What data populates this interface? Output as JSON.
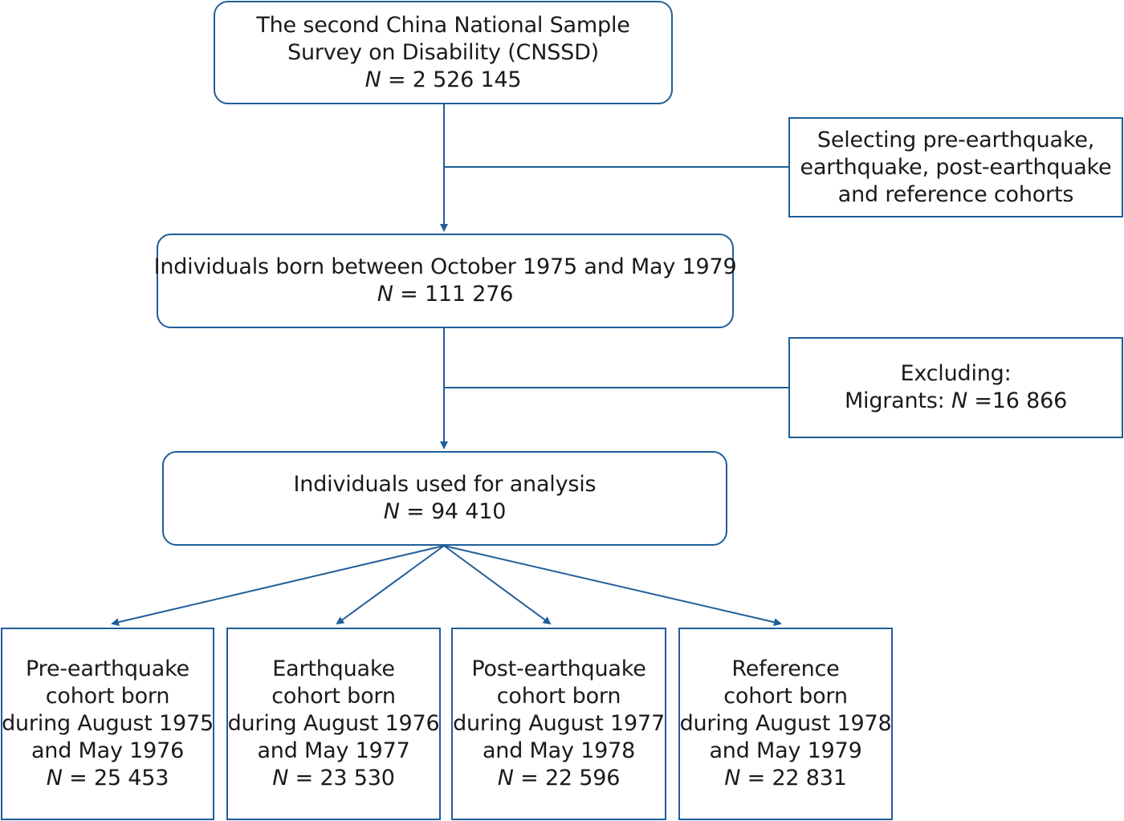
{
  "nodes": {
    "cnssd": {
      "lines": [
        "The second China National Sample",
        "Survey on Disability (CNSSD)"
      ],
      "n_symbol": "N",
      "n_value": " = 2 526 145"
    },
    "selecting": {
      "lines": [
        "Selecting pre-earthquake,",
        "earthquake, post-earthquake",
        "and reference cohorts"
      ]
    },
    "born": {
      "lines": [
        "Individuals born between October 1975 and May 1979"
      ],
      "n_symbol": "N",
      "n_value": " = 111 276"
    },
    "excluding": {
      "title": "Excluding:",
      "prefix": "Migrants: ",
      "n_symbol": "N",
      "n_value": " =16 866"
    },
    "analysis": {
      "lines": [
        "Individuals used for analysis"
      ],
      "n_symbol": "N",
      "n_value": " = 94 410"
    },
    "cohorts": [
      {
        "lines": [
          "Pre-earthquake",
          "cohort born",
          "during  August 1975",
          "and May 1976"
        ],
        "n_symbol": "N",
        "n_value": " = 25 453"
      },
      {
        "lines": [
          "Earthquake",
          "cohort born",
          "during August 1976",
          "and May 1977"
        ],
        "n_symbol": "N",
        "n_value": " = 23 530"
      },
      {
        "lines": [
          "Post-earthquake",
          "cohort born",
          "during August 1977",
          "and May 1978"
        ],
        "n_symbol": "N",
        "n_value": " = 22 596"
      },
      {
        "lines": [
          "Reference",
          "cohort born",
          "during August 1978",
          "and May 1979"
        ],
        "n_symbol": "N",
        "n_value": " = 22 831"
      }
    ]
  },
  "colors": {
    "border": "#1f5e99",
    "arrow": "#1f5e99",
    "text": "#1a1a1a"
  }
}
